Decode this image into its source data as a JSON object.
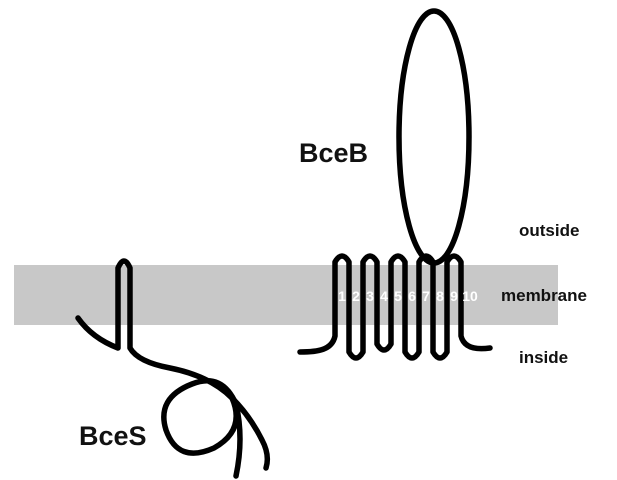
{
  "labels": {
    "bceB": "BceB",
    "bceS": "BceS",
    "outside": "outside",
    "membrane": "membrane",
    "inside": "inside"
  },
  "tm_segments": [
    "1",
    "2",
    "3",
    "4",
    "5",
    "6",
    "7",
    "8",
    "9",
    "10"
  ],
  "colors": {
    "membrane": "#c8c8c8",
    "stroke": "#000000",
    "background": "#ffffff"
  }
}
